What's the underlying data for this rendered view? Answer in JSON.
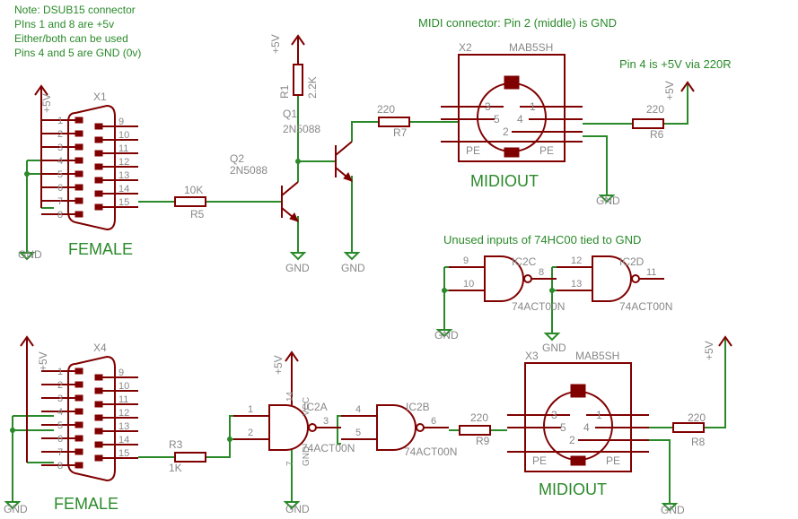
{
  "notes": {
    "dsub": [
      "Note:  DSUB15 connector",
      "PIns 1 and 8 are +5v",
      "Either/both can be used",
      "Pins 4 and 5 are GND (0v)"
    ],
    "midi_gnd": "MIDI connector:  Pin 2  (middle) is GND",
    "pin4": "Pin 4 is +5V via 220R",
    "unused": "Unused inputs of 74HC00 tied to GND"
  },
  "labels": {
    "female": "FEMALE",
    "midiout": "MIDIOUT",
    "gnd": "GND",
    "vcc": "+5V",
    "pe": "PE"
  },
  "parts": {
    "x1": "X1",
    "x2": "X2",
    "x3": "X3",
    "x4": "X4",
    "mab": "MAB5SH",
    "r1": "R1",
    "r1_val": "2.2K",
    "r3": "R3",
    "r3_val": "1K",
    "r5": "R5",
    "r5_val": "10K",
    "r6": "R6",
    "r6_val": "220",
    "r7": "R7",
    "r7_val": "220",
    "r8": "R8",
    "r8_val": "220",
    "r9": "R9",
    "r9_val": "220",
    "q1": "Q1",
    "q2": "Q2",
    "q_type": "2N5088",
    "ic2a": "IC2A",
    "ic2b": "IC2B",
    "ic2c": "IC2C",
    "ic2d": "IC2D",
    "ic_type": "74ACT00N",
    "vcc_pin": "VCC",
    "gnd_pin": "GND"
  },
  "pins": {
    "d15": [
      "1",
      "2",
      "3",
      "4",
      "5",
      "6",
      "7",
      "8",
      "9",
      "10",
      "11",
      "12",
      "13",
      "14",
      "15"
    ],
    "nand_a": [
      "1",
      "2",
      "3"
    ],
    "nand_b": [
      "4",
      "5",
      "6"
    ],
    "nand_c": [
      "9",
      "10",
      "8"
    ],
    "nand_d": [
      "12",
      "13",
      "11"
    ],
    "pwr": [
      "14",
      "7"
    ],
    "midi": [
      "3",
      "1",
      "5",
      "4",
      "2"
    ]
  }
}
